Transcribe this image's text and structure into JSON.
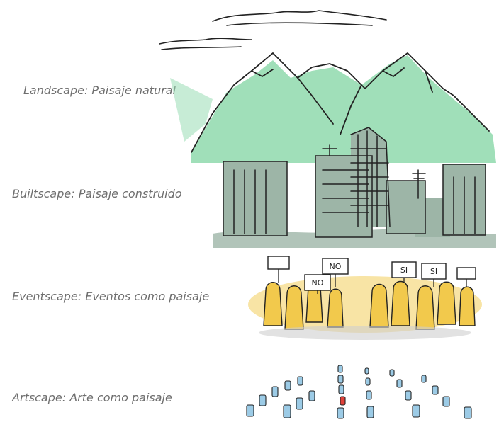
{
  "labels": {
    "landscape": "Landscape: Paisaje natural",
    "builtscape": "Builtscape: Paisaje construido",
    "eventscape": "Eventscape: Eventos como paisaje",
    "artscape": "Artscape: Arte como paisaje"
  },
  "signs": [
    "NO",
    "NO",
    "SI",
    "SI"
  ],
  "colors": {
    "label_text": "#6e6e6e",
    "mountain_green": "#8fd9ad",
    "building_gray": "#9db5a7",
    "crowd_yellow": "#f2c94c",
    "art_blue": "#9ccbe6",
    "art_red": "#e0413a"
  }
}
